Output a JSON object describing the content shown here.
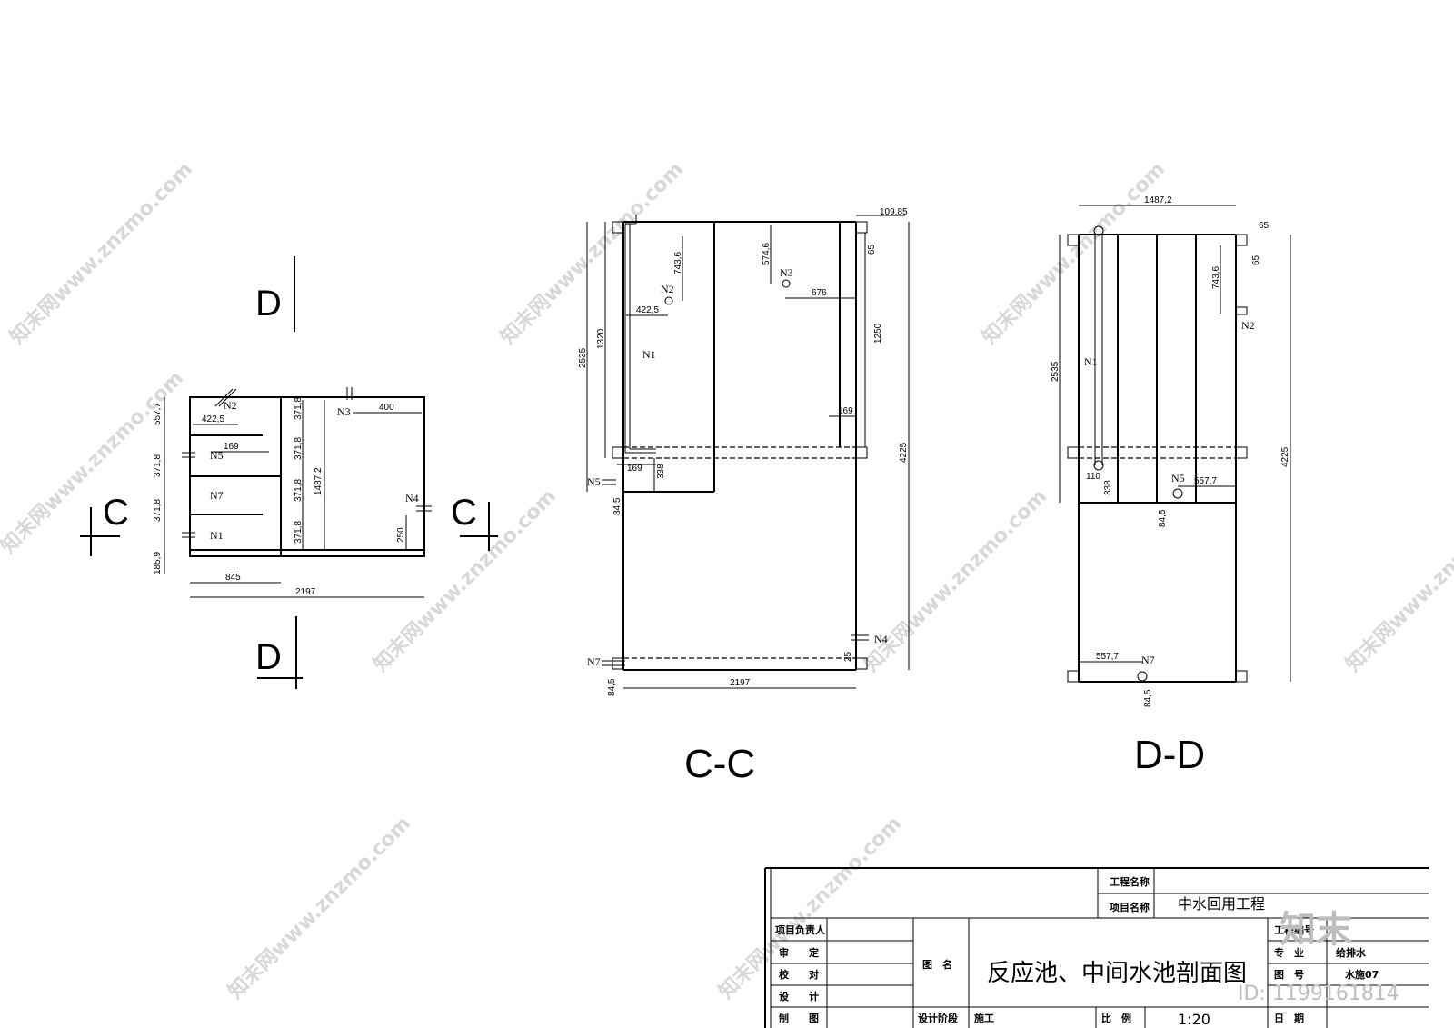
{
  "watermark": {
    "text": "知末网www.znzmo.com"
  },
  "brand": {
    "logo": "知末",
    "id": "ID: 1199161814"
  },
  "plan": {
    "markers": {
      "c_left": "C",
      "c_right": "C",
      "d_top": "D",
      "d_bottom": "D"
    },
    "nozzles": {
      "n1": "N1",
      "n2": "N2",
      "n3": "N3",
      "n4": "N4",
      "n5": "N5",
      "n7": "N7"
    },
    "dims": {
      "d557_7": "557,7",
      "d371_8a": "371,8",
      "d371_8b": "371,8",
      "d185_9": "185,9",
      "d422_5": "422,5",
      "d169": "169",
      "d400": "400",
      "d250": "250",
      "d1487_2": "1487,2",
      "d845": "845",
      "d2197": "2197",
      "v371_8a": "371,8",
      "v371_8b": "371,8",
      "v371_8c": "371,8",
      "v371_8d": "371,8"
    }
  },
  "section_cc": {
    "title": "C-C",
    "nozzles": {
      "n1": "N1",
      "n2": "N2",
      "n3": "N3",
      "n4": "N4",
      "n5": "N5",
      "n7": "N7"
    },
    "dims": {
      "d109_85": "109,85",
      "d65": "65",
      "d743_6": "743,6",
      "d574_6": "574,6",
      "d422_5": "422,5",
      "d676": "676",
      "d2535": "2535",
      "d1320": "1320",
      "d1250": "1250",
      "d4225": "4225",
      "d169a": "169",
      "d169b": "169",
      "d338": "338",
      "d84_5a": "84,5",
      "d84_5b": "84,5",
      "d25": "25",
      "d2197": "2197"
    }
  },
  "section_dd": {
    "title": "D-D",
    "nozzles": {
      "n1": "N1",
      "n2": "N2",
      "n5": "N5",
      "n7": "N7"
    },
    "dims": {
      "d1487_2": "1487,2",
      "d65a": "65",
      "d65b": "65",
      "d743_6": "743,6",
      "d2535": "2535",
      "d4225": "4225",
      "d110": "110",
      "d338": "338",
      "d557_7a": "557,7",
      "d557_7b": "557,7",
      "d84_5a": "84,5",
      "d84_5b": "84,5"
    }
  },
  "title_block": {
    "project_name_label": "工程名称",
    "item_name_label": "项目名称",
    "item_name_value": "中水回用工程",
    "leader_label": "项目负责人",
    "approve_label": "审　　定",
    "check_label": "校　　对",
    "design_label": "设　　计",
    "draw_label": "制　　图",
    "drawing_name_label": "图　名",
    "drawing_title": "反应池、中间水池剖面图",
    "stage_label": "设计阶段",
    "stage_value": "施工",
    "scale_label": "比　例",
    "scale_value": "1:20",
    "proj_no_label": "工程编号",
    "profession_label": "专　业",
    "profession_value": "给排水",
    "drawing_no_label": "图　号",
    "drawing_no_value": "水施07",
    "date_label": "日　期"
  }
}
